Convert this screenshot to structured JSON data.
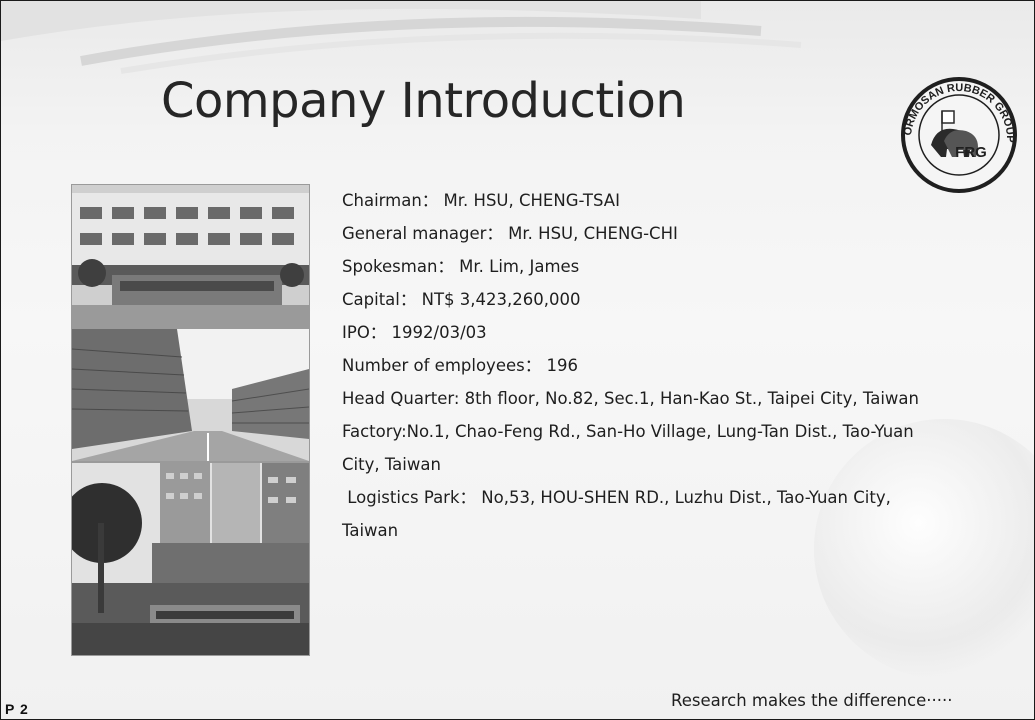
{
  "slide": {
    "title": "Company Introduction",
    "logo": {
      "top_text": "FORMOSAN RUBBER GROUP",
      "initials": "FRG",
      "icon": "elephant-emblem"
    },
    "photos": [
      {
        "subject": "headquarters-building"
      },
      {
        "subject": "factory-street"
      },
      {
        "subject": "logistics-park"
      }
    ],
    "info_lines": [
      "Chairman： Mr. HSU, CHENG-TSAI",
      "General manager： Mr. HSU, CHENG-CHI",
      "Spokesman： Mr. Lim, James",
      "Capital： NT$ 3,423,260,000",
      "IPO： 1992/03/03",
      "Number of employees： 196",
      "Head Quarter: 8th floor, No.82, Sec.1, Han-Kao St., Taipei City, Taiwan",
      "Factory:No.1, Chao-Feng Rd., San-Ho Village, Lung-Tan Dist., Tao-Yuan",
      "City, Taiwan",
      " Logistics Park： No,53, HOU-SHEN RD., Luzhu Dist., Tao-Yuan City,",
      "Taiwan"
    ],
    "page_number": "P 2",
    "tagline": "Research makes the difference·····",
    "colors": {
      "text": "#1e1e1e",
      "border": "#1a1a1a",
      "background": "#f3f3f3"
    }
  }
}
